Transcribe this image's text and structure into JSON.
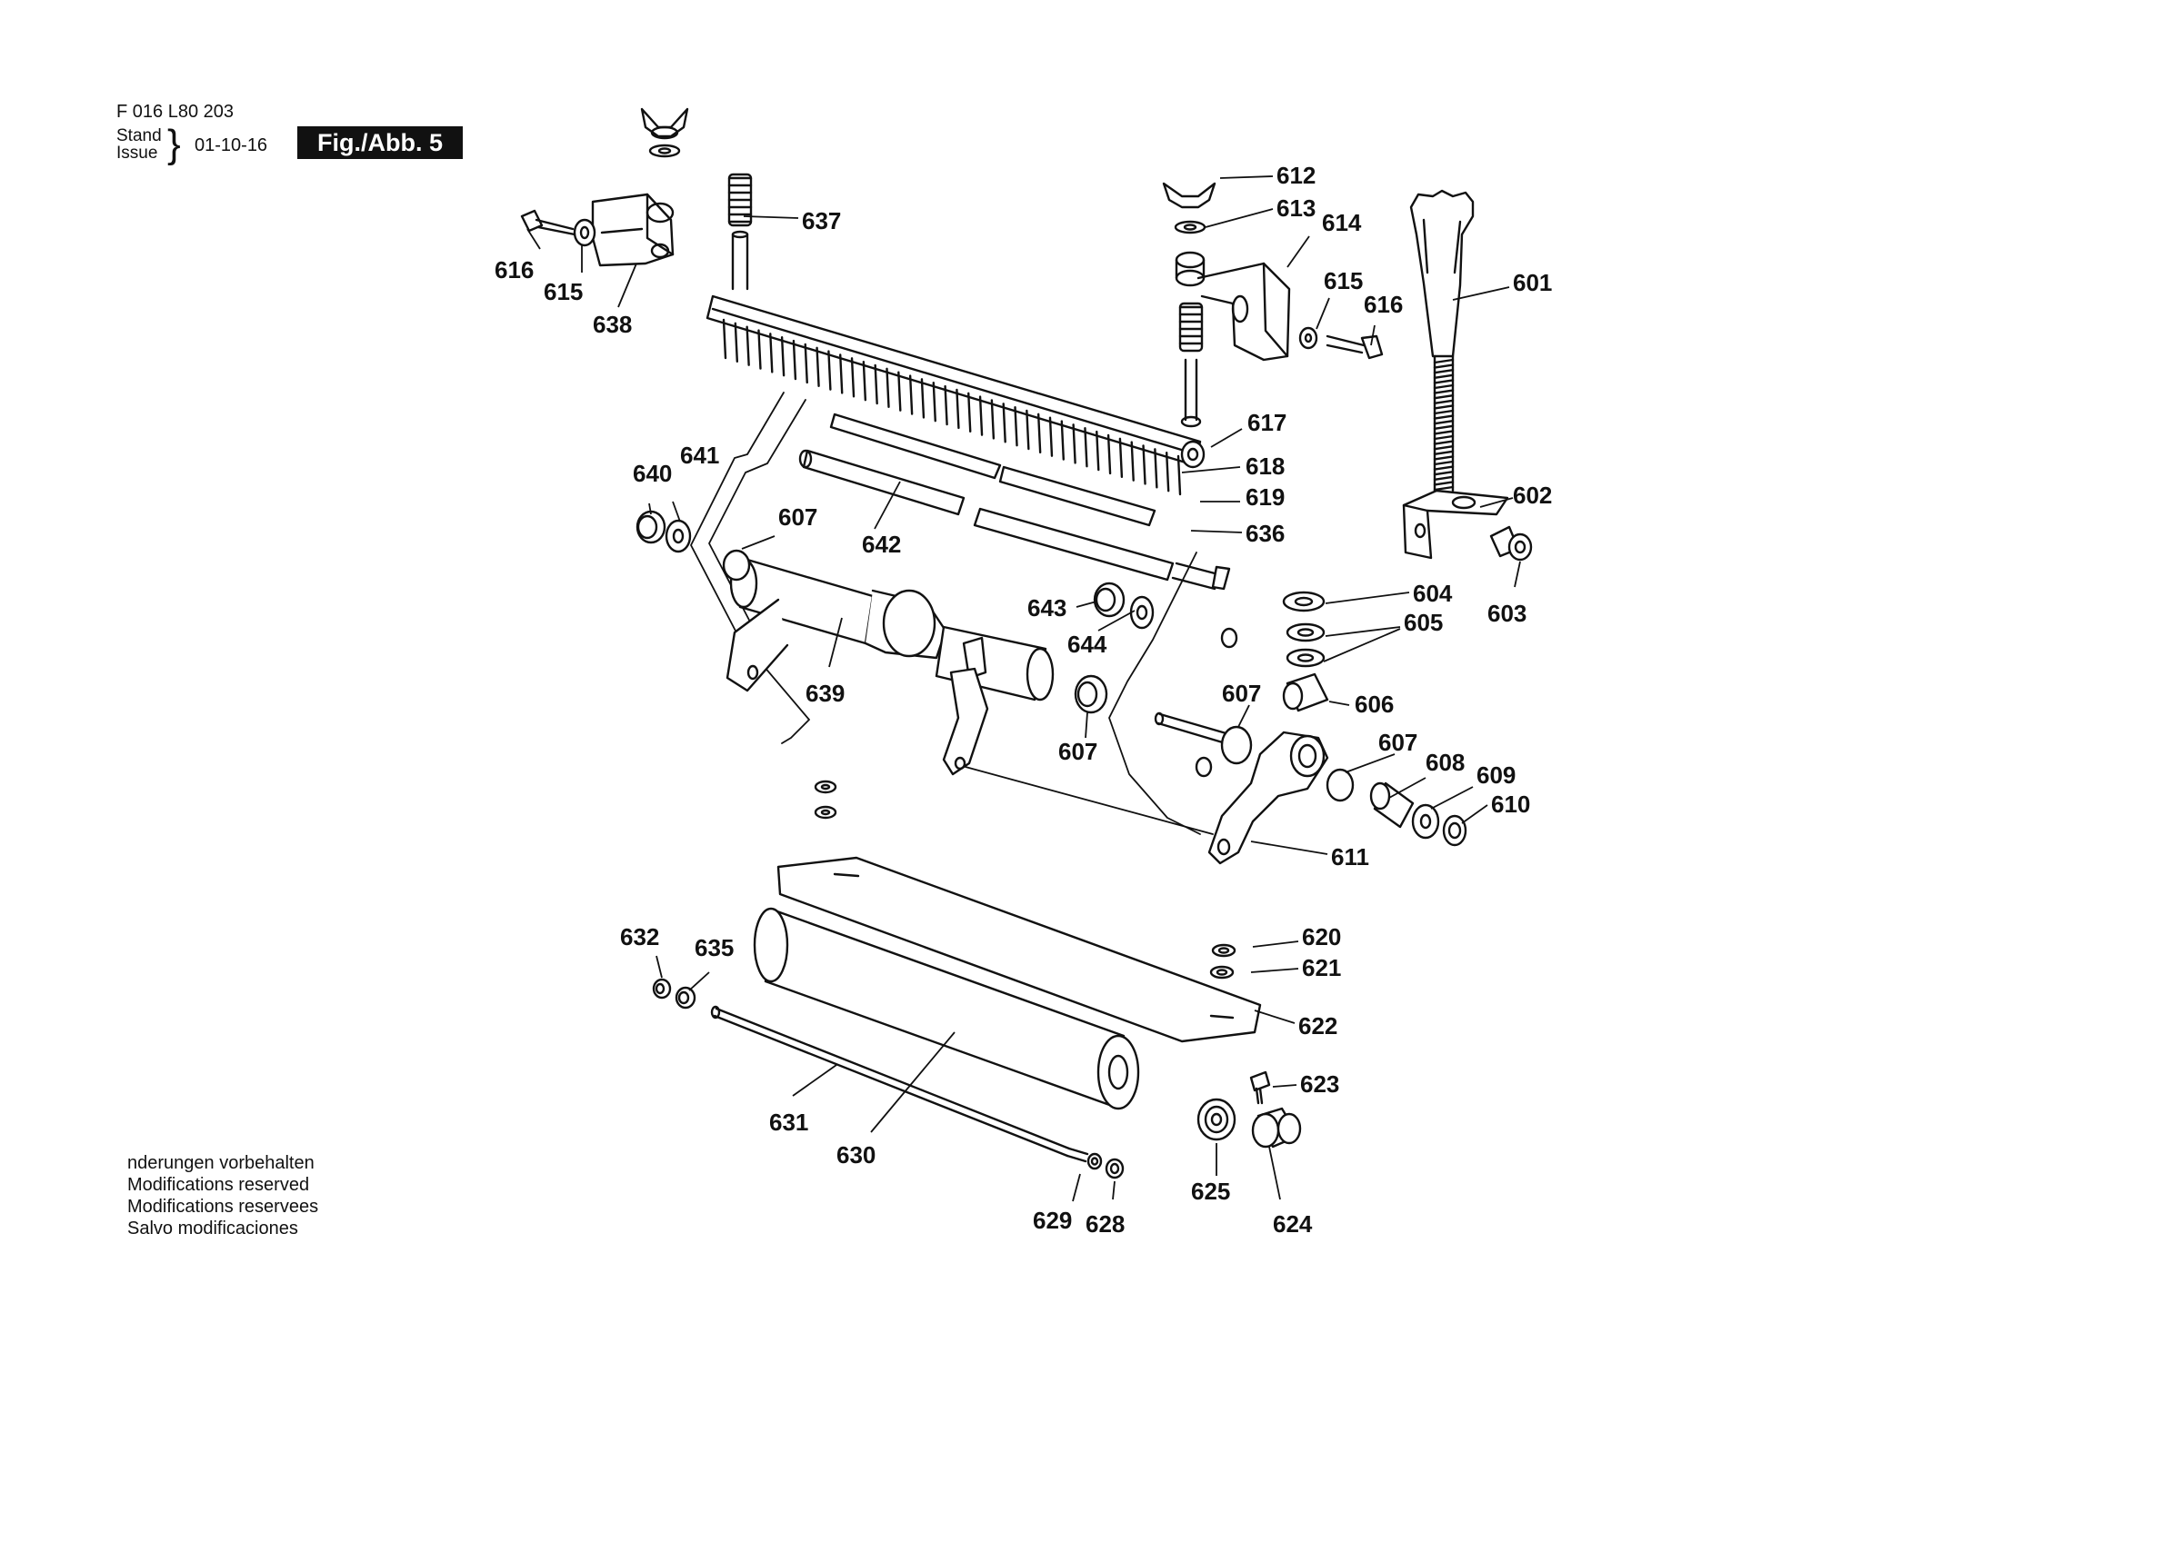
{
  "header": {
    "doc_id": "F 016 L80 203",
    "stand_label": "Stand",
    "issue_label": "Issue",
    "date": "01-10-16",
    "figure_label": "Fig./Abb. 5"
  },
  "footer_notes": [
    "nderungen vorbehalten",
    "Modifications reserved",
    "Modifications reservees",
    "Salvo modificaciones"
  ],
  "parts": {
    "p601": "601",
    "p602": "602",
    "p603": "603",
    "p604": "604",
    "p605": "605",
    "p606": "606",
    "p607": "607",
    "p608": "608",
    "p609": "609",
    "p610": "610",
    "p611": "611",
    "p612": "612",
    "p613": "613",
    "p614": "614",
    "p615": "615",
    "p616": "616",
    "p617": "617",
    "p618": "618",
    "p619": "619",
    "p620": "620",
    "p621": "621",
    "p622": "622",
    "p623": "623",
    "p624": "624",
    "p625": "625",
    "p628": "628",
    "p629": "629",
    "p630": "630",
    "p631": "631",
    "p632": "632",
    "p635": "635",
    "p636": "636",
    "p637": "637",
    "p638": "638",
    "p639": "639",
    "p640": "640",
    "p641": "641",
    "p642": "642",
    "p643": "643",
    "p644": "644"
  }
}
